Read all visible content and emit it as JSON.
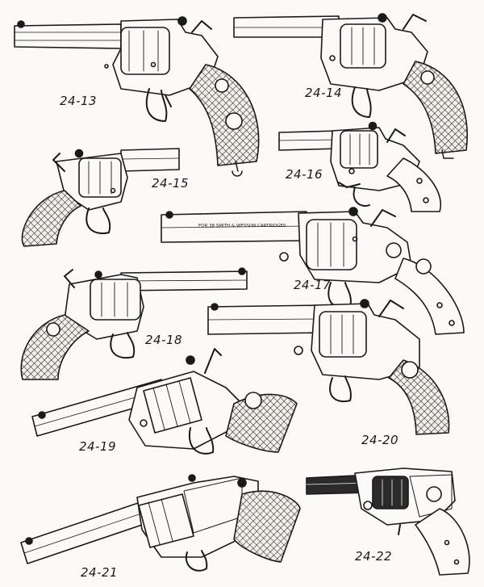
{
  "figures": [
    {
      "label": "24-13"
    },
    {
      "label": "24-14"
    },
    {
      "label": "24-15"
    },
    {
      "label": "24-16"
    },
    {
      "label": "24-17",
      "barrel_inscription": "FOR 38 SMITH & WESSON CARTRIDGES"
    },
    {
      "label": "24-18"
    },
    {
      "label": "24-19"
    },
    {
      "label": "24-20"
    },
    {
      "label": "24-21"
    },
    {
      "label": "24-22"
    }
  ],
  "colors": {
    "ink": "#1a1a1a",
    "paper": "#fbfaf7",
    "grip": "#e9e6de"
  }
}
